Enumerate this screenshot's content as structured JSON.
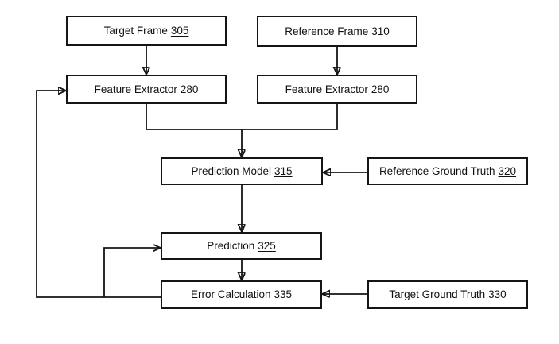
{
  "diagram": {
    "background_color": "#ffffff",
    "line_color": "#151515",
    "boxes": [
      {
        "id": "target-frame",
        "label": "Target Frame",
        "ref": "305"
      },
      {
        "id": "reference-frame",
        "label": "Reference Frame",
        "ref": "310"
      },
      {
        "id": "feature-extractor-left",
        "label": "Feature Extractor",
        "ref": "280"
      },
      {
        "id": "feature-extractor-right",
        "label": "Feature Extractor",
        "ref": "280"
      },
      {
        "id": "prediction-model",
        "label": "Prediction Model",
        "ref": "315"
      },
      {
        "id": "reference-ground-truth",
        "label": "Reference Ground Truth",
        "ref": "320"
      },
      {
        "id": "prediction",
        "label": "Prediction",
        "ref": "325"
      },
      {
        "id": "error-calculation",
        "label": "Error Calculation",
        "ref": "335"
      },
      {
        "id": "target-ground-truth",
        "label": "Target Ground Truth",
        "ref": "330"
      }
    ],
    "connections": [
      {
        "from": "target-frame",
        "to": "feature-extractor-left",
        "style": "arrow-down"
      },
      {
        "from": "reference-frame",
        "to": "feature-extractor-right",
        "style": "arrow-down"
      },
      {
        "from": "feature-extractor-left",
        "to": "prediction-model",
        "style": "merged-arrow-down"
      },
      {
        "from": "feature-extractor-right",
        "to": "prediction-model",
        "style": "merged-arrow-down"
      },
      {
        "from": "reference-ground-truth",
        "to": "prediction-model",
        "style": "arrow-left"
      },
      {
        "from": "prediction-model",
        "to": "prediction",
        "style": "arrow-down"
      },
      {
        "from": "prediction",
        "to": "error-calculation",
        "style": "arrow-down"
      },
      {
        "from": "target-ground-truth",
        "to": "error-calculation",
        "style": "arrow-left"
      },
      {
        "from": "error-calculation",
        "to": "feature-extractor-left",
        "style": "feedback-loop"
      },
      {
        "from": "error-calculation",
        "to": "prediction",
        "style": "feedback-loop"
      }
    ]
  }
}
